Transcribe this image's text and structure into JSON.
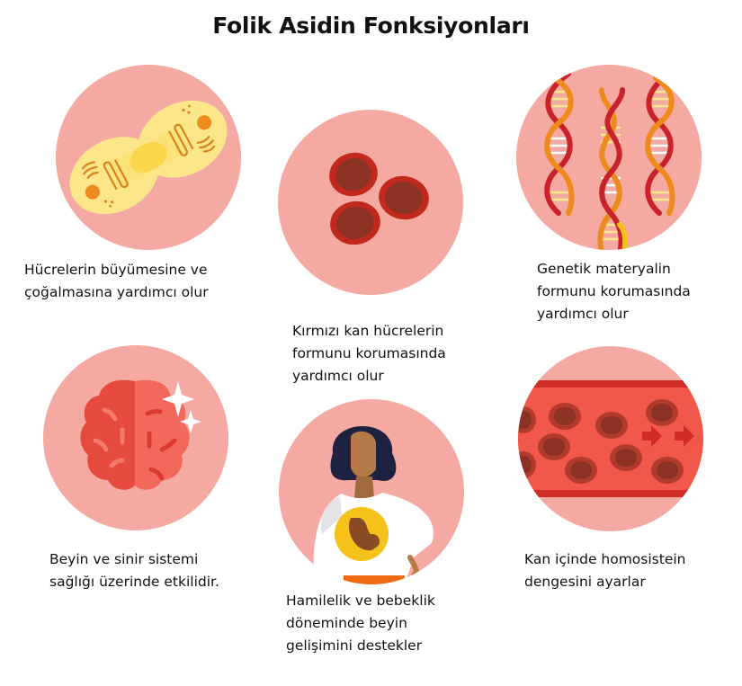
{
  "title": "Folik Asidin Fonksiyonları",
  "colors": {
    "circle_bg": "#f4aaa3",
    "cell_yellow": "#fbe78a",
    "cell_orange": "#ef8a1e",
    "rbc_outer": "#c2291d",
    "rbc_inner": "#8c3224",
    "dna_red": "#c8232a",
    "dna_orange": "#ec8a1c",
    "brain_left": "#e64a3d",
    "brain_right": "#f2685a",
    "vessel": "#f2584a",
    "vessel_wall": "#d42a26"
  },
  "functions": [
    {
      "id": "cell-growth",
      "icon": "dividing-cell-icon",
      "lines": [
        "Hücrelerin büyümesine ve",
        "çoğalmasına yardımcı olur"
      ]
    },
    {
      "id": "red-blood-cells",
      "icon": "red-blood-cells-icon",
      "lines": [
        "Kırmızı kan hücrelerin",
        "formunu korumasında",
        "yardımcı olur"
      ]
    },
    {
      "id": "genetic-material",
      "icon": "dna-helix-icon",
      "lines": [
        "Genetik materyalin",
        "formunu korumasında",
        "yardımcı olur"
      ]
    },
    {
      "id": "brain-nervous-system",
      "icon": "brain-icon",
      "lines": [
        "Beyin ve sinir sistemi",
        "sağlığı üzerinde etkilidir."
      ]
    },
    {
      "id": "pregnancy",
      "icon": "pregnant-woman-icon",
      "lines": [
        "Hamilelik ve bebeklik",
        "döneminde beyin",
        "gelişimini destekler"
      ]
    },
    {
      "id": "homocysteine",
      "icon": "blood-vessel-icon",
      "lines": [
        "Kan içinde homosistein",
        "dengesini ayarlar"
      ]
    }
  ]
}
